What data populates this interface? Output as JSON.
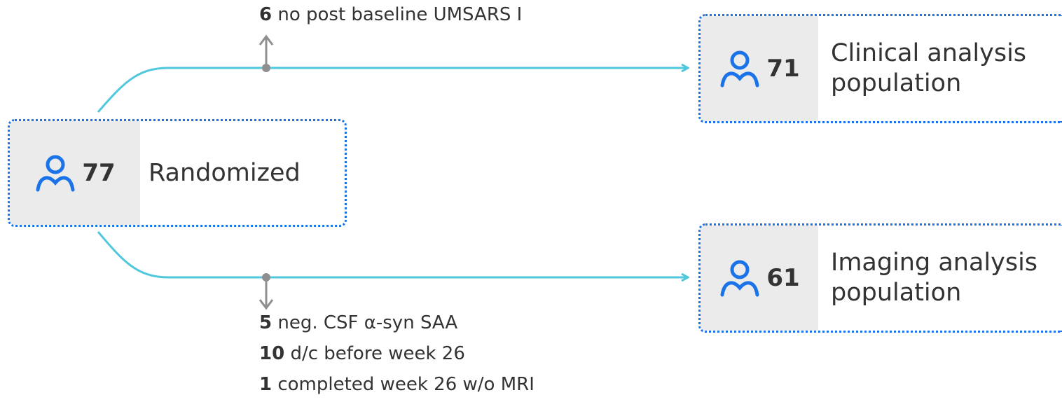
{
  "icon": "person-icon",
  "colors": {
    "accent": "#1a73e8",
    "flow_line": "#4fc8dd",
    "exclusion_arrow": "#8f8f8f",
    "stat_bg": "#ebebeb",
    "text": "#333333"
  },
  "randomized": {
    "count": "77",
    "label": "Randomized"
  },
  "clinical": {
    "count": "71",
    "label_line1": "Clinical analysis",
    "label_line2": "population"
  },
  "imaging": {
    "count": "61",
    "label_line1": "Imaging analysis",
    "label_line2": "population"
  },
  "exclusions_clinical": [
    {
      "count": "6",
      "text": " no post baseline UMSARS I"
    }
  ],
  "exclusions_imaging": [
    {
      "count": "5",
      "text": " neg. CSF α-syn SAA"
    },
    {
      "count": "10",
      "text": " d/c before week 26"
    },
    {
      "count": "1",
      "text": " completed week 26 w/o MRI"
    }
  ]
}
